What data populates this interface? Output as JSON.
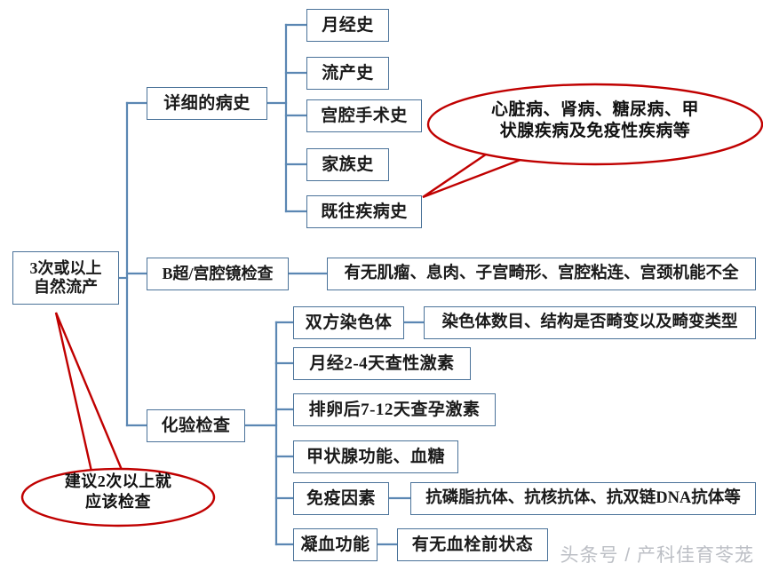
{
  "diagram": {
    "title_node": {
      "label": "3次或以上\n自然流产"
    },
    "branches": [
      {
        "id": "history",
        "label": "详细的病史",
        "children": [
          {
            "label": "月经史"
          },
          {
            "label": "流产史"
          },
          {
            "label": "宫腔手术史"
          },
          {
            "label": "家族史"
          },
          {
            "label": "既往疾病史"
          }
        ]
      },
      {
        "id": "ultrasound",
        "label": "B超/宫腔镜检查",
        "detail": "有无肌瘤、息肉、子宫畸形、宫腔粘连、宫颈机能不全"
      },
      {
        "id": "lab",
        "label": "化验检查",
        "children": [
          {
            "label": "双方染色体",
            "detail": "染色体数目、结构是否畸变以及畸变类型"
          },
          {
            "label": "月经2-4天查性激素",
            "detail": ""
          },
          {
            "label": "排卵后7-12天查孕激素",
            "detail": ""
          },
          {
            "label": "甲状腺功能、血糖",
            "detail": ""
          },
          {
            "label": "免疫因素",
            "detail": "抗磷脂抗体、抗核抗体、抗双链DNA抗体等"
          },
          {
            "label": "凝血功能",
            "detail": "有无血栓前状态"
          }
        ]
      }
    ],
    "callouts": [
      {
        "id": "callout-top",
        "text": "心脏病、肾病、糖尿病、甲\n状腺疾病及免疫性疾病等",
        "points_to": "既往疾病史"
      },
      {
        "id": "callout-bottom",
        "text": "建议2次以上就\n应该检查",
        "points_to": "3次或以上自然流产"
      }
    ],
    "watermark": "头条号 / 产科佳育苓茏",
    "colors": {
      "box_border": "#4a7299",
      "connector": "#5b87b3",
      "callout": "#c00000",
      "text": "#1a1a1a",
      "watermark": "#b9bcc2",
      "background": "#ffffff"
    }
  }
}
